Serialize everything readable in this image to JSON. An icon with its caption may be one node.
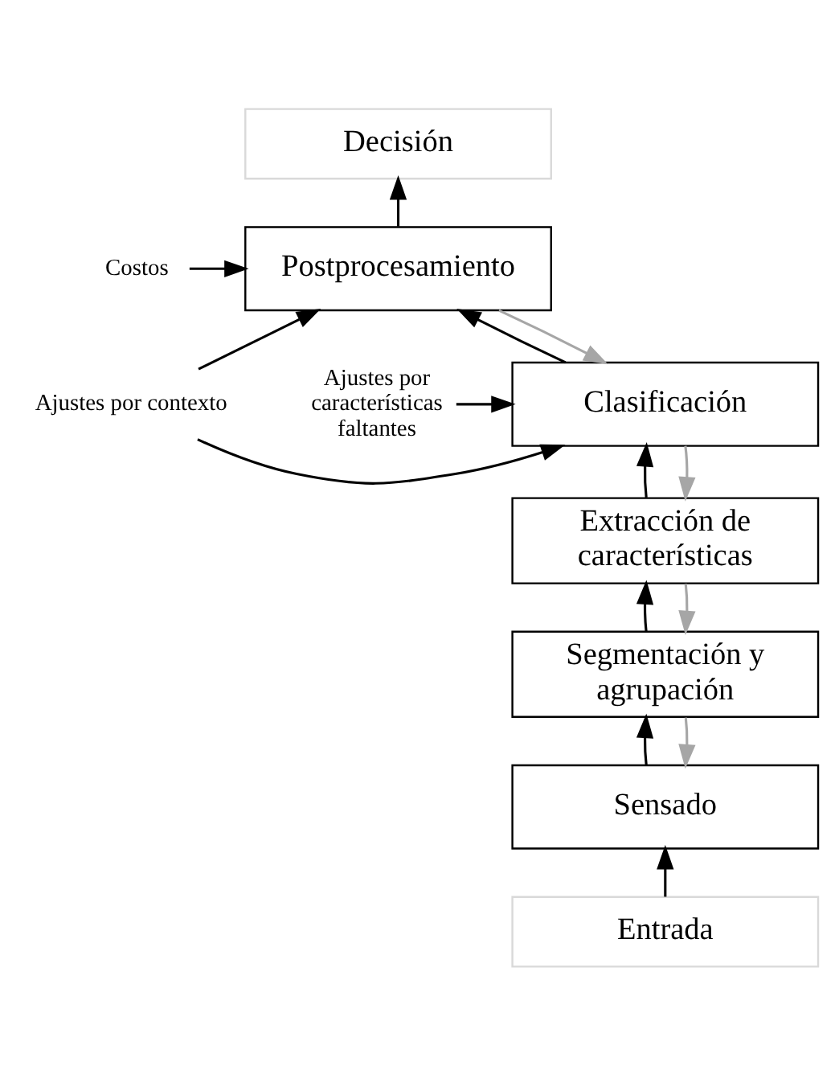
{
  "diagram": {
    "nodes": [
      {
        "text": [
          "Decisión"
        ]
      },
      {
        "text": [
          "Postprocesamiento"
        ]
      },
      {
        "text": [
          "Clasificación"
        ]
      },
      {
        "text": [
          "Extracción de características"
        ]
      },
      {
        "text": [
          "Segmentación y agrupación"
        ]
      },
      {
        "text": [
          "Sensado"
        ]
      },
      {
        "text": [
          "Entrada"
        ]
      },
      {
        "text": [
          "Costos"
        ]
      },
      {
        "text": [
          "Ajustes por contexto"
        ]
      },
      {
        "text": [
          "Ajustes por características faltantes"
        ]
      }
    ],
    "edges": [
      {
        "from": 1,
        "to": 0,
        "arrow": "to"
      },
      {
        "from": 2,
        "to": 1,
        "arrow": "to"
      },
      {
        "from": 1,
        "to": 2,
        "arrow": "to",
        "color": "#a6a6a6"
      },
      {
        "from": 3,
        "to": 2,
        "arrow": "to"
      },
      {
        "from": 2,
        "to": 3,
        "arrow": "to",
        "color": "#a6a6a6"
      },
      {
        "from": 4,
        "to": 3,
        "arrow": "to"
      },
      {
        "from": 3,
        "to": 4,
        "arrow": "to",
        "color": "#a6a6a6"
      },
      {
        "from": 5,
        "to": 4,
        "arrow": "to"
      },
      {
        "from": 4,
        "to": 5,
        "arrow": "to",
        "color": "#a6a6a6"
      },
      {
        "from": 6,
        "to": 5,
        "arrow": "to"
      },
      {
        "from": 7,
        "to": 1,
        "arrow": "to"
      },
      {
        "from": 8,
        "to": 1,
        "arrow": "to"
      },
      {
        "from": 8,
        "to": 2,
        "arrow": "to"
      },
      {
        "from": 9,
        "to": 2,
        "arrow": "to"
      }
    ]
  }
}
